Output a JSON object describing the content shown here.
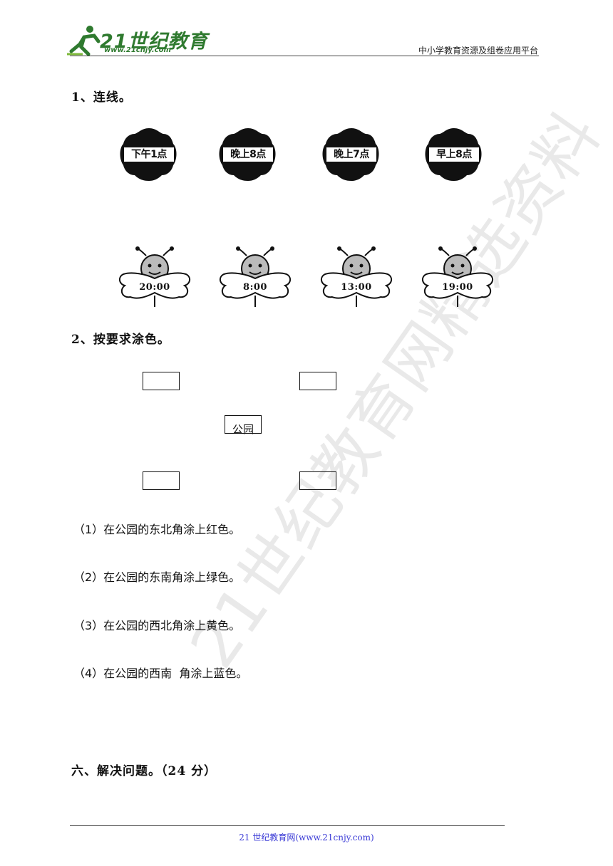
{
  "header": {
    "logo_text": "21世纪教育",
    "logo_url": "www.21cnjy.com",
    "right_text": "中小学教育资源及组卷应用平台"
  },
  "q1": {
    "heading": "1、连线。",
    "flowers": [
      "下午1点",
      "晚上8点",
      "晚上7点",
      "早上8点"
    ],
    "bees": [
      "20:00",
      "8:00",
      "13:00",
      "19:00"
    ]
  },
  "q2": {
    "heading": "2、按要求涂色。",
    "center_label": "公园",
    "items": [
      "（1）在公园的东北角涂上红色。",
      "（2）在公园的东南角涂上绿色。",
      "（3）在公园的西北角涂上黄色。",
      "（4）在公园的西南  角涂上蓝色。"
    ]
  },
  "section6": {
    "heading": "六、解决问题。（24 分）"
  },
  "watermark": "21世纪教育网精选资料",
  "footer": {
    "text": "21 世纪教育网(www.21cnjy.com)"
  }
}
